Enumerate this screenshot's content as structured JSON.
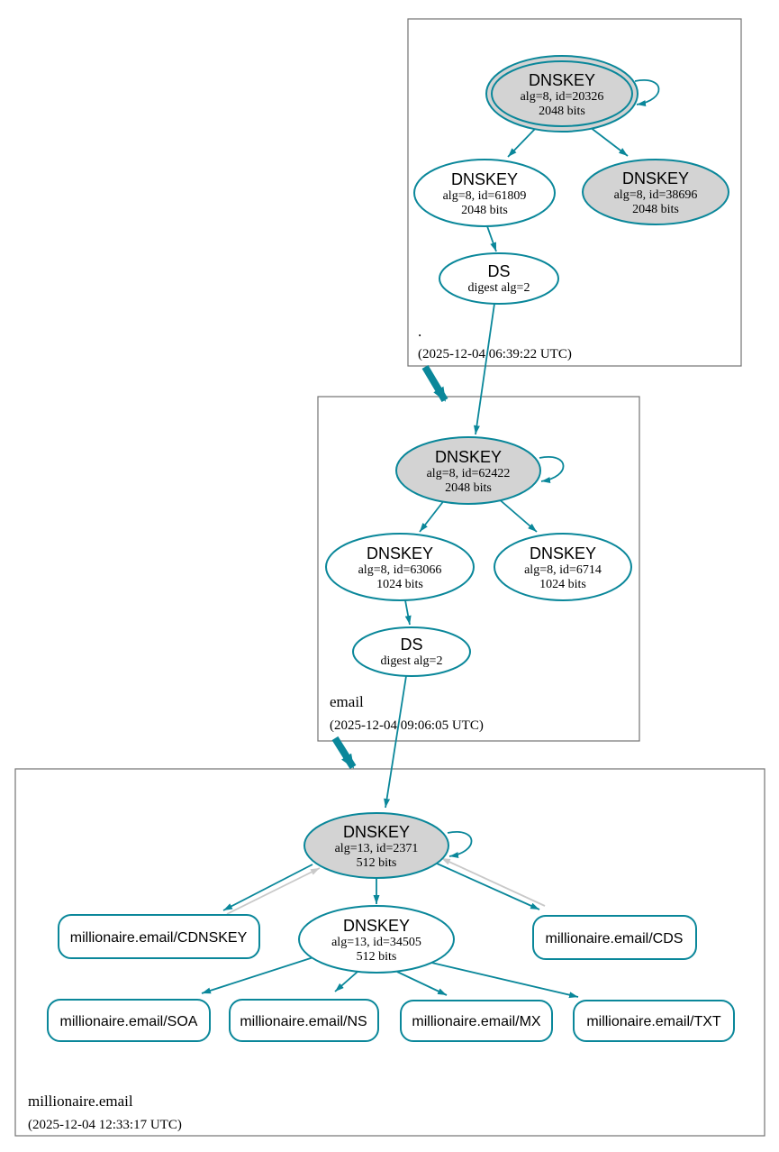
{
  "colors": {
    "secure_edge": "#0a879a",
    "inactive_edge": "#c9c9c9",
    "ksk_fill": "#d3d3d3",
    "node_fill": "#ffffff",
    "zone_box_border": "#737373",
    "text": "#000000"
  },
  "zones": {
    "root": {
      "label": ".",
      "timestamp": "(2025-12-04 06:39:22 UTC)",
      "ksk": {
        "title": "DNSKEY",
        "detail": "alg=8, id=20326",
        "bits": "2048 bits"
      },
      "zsk": {
        "title": "DNSKEY",
        "detail": "alg=8, id=61809",
        "bits": "2048 bits"
      },
      "standby_key": {
        "title": "DNSKEY",
        "detail": "alg=8, id=38696",
        "bits": "2048 bits"
      },
      "ds": {
        "title": "DS",
        "detail": "digest alg=2"
      }
    },
    "email": {
      "label": "email",
      "timestamp": "(2025-12-04 09:06:05 UTC)",
      "ksk": {
        "title": "DNSKEY",
        "detail": "alg=8, id=62422",
        "bits": "2048 bits"
      },
      "zsk": {
        "title": "DNSKEY",
        "detail": "alg=8, id=63066",
        "bits": "1024 bits"
      },
      "key2": {
        "title": "DNSKEY",
        "detail": "alg=8, id=6714",
        "bits": "1024 bits"
      },
      "ds": {
        "title": "DS",
        "detail": "digest alg=2"
      }
    },
    "millionaire_email": {
      "label": "millionaire.email",
      "timestamp": "(2025-12-04 12:33:17 UTC)",
      "ksk": {
        "title": "DNSKEY",
        "detail": "alg=13, id=2371",
        "bits": "512 bits"
      },
      "zsk": {
        "title": "DNSKEY",
        "detail": "alg=13, id=34505",
        "bits": "512 bits"
      },
      "rrsets": {
        "cdnskey": "millionaire.email/CDNSKEY",
        "cds": "millionaire.email/CDS",
        "soa": "millionaire.email/SOA",
        "ns": "millionaire.email/NS",
        "mx": "millionaire.email/MX",
        "txt": "millionaire.email/TXT"
      }
    }
  }
}
